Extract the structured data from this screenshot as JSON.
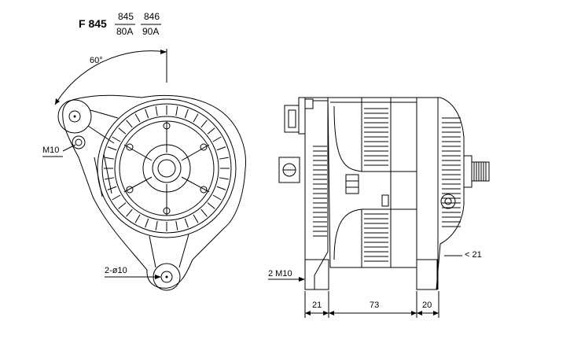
{
  "header": {
    "model": "F 845",
    "variants": [
      {
        "number": "845",
        "rating": "80A"
      },
      {
        "number": "846",
        "rating": "90A"
      }
    ]
  },
  "front_view": {
    "angle_label": "60°",
    "thread_label": "M10",
    "holes_label": "2-ø10"
  },
  "side_view": {
    "thread_label": "2 M10",
    "dim_offset_label": "< 21",
    "dimensions": [
      "21",
      "73",
      "20"
    ]
  }
}
